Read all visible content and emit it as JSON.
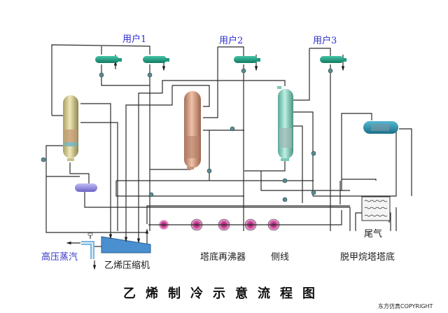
{
  "title": "乙烯制冷示意流程图",
  "copyright": "东方仿真COPYRIGHT",
  "users": [
    {
      "label": "用户1"
    },
    {
      "label": "用户2"
    },
    {
      "label": "用户3"
    }
  ],
  "labels": {
    "steam": "高压蒸汽",
    "compressor": "乙烯压缩机",
    "reboiler": "塔底再沸器",
    "side_draw": "侧线",
    "demethanizer_bottom": "脱甲烷塔塔底",
    "tail_gas": "尾气"
  },
  "colors": {
    "user_label": "#2a2acf",
    "steam_label": "#3535c8",
    "user_exchanger": "#1f9a7f",
    "column1": "#d8cf98",
    "column2": "#d9a486",
    "column3": "#8fd6c6",
    "drum_right": "#2a8fa8",
    "drum_left": "#8a84e0",
    "compressor": "#4a8fd0",
    "reboiler": "#c0408a"
  }
}
